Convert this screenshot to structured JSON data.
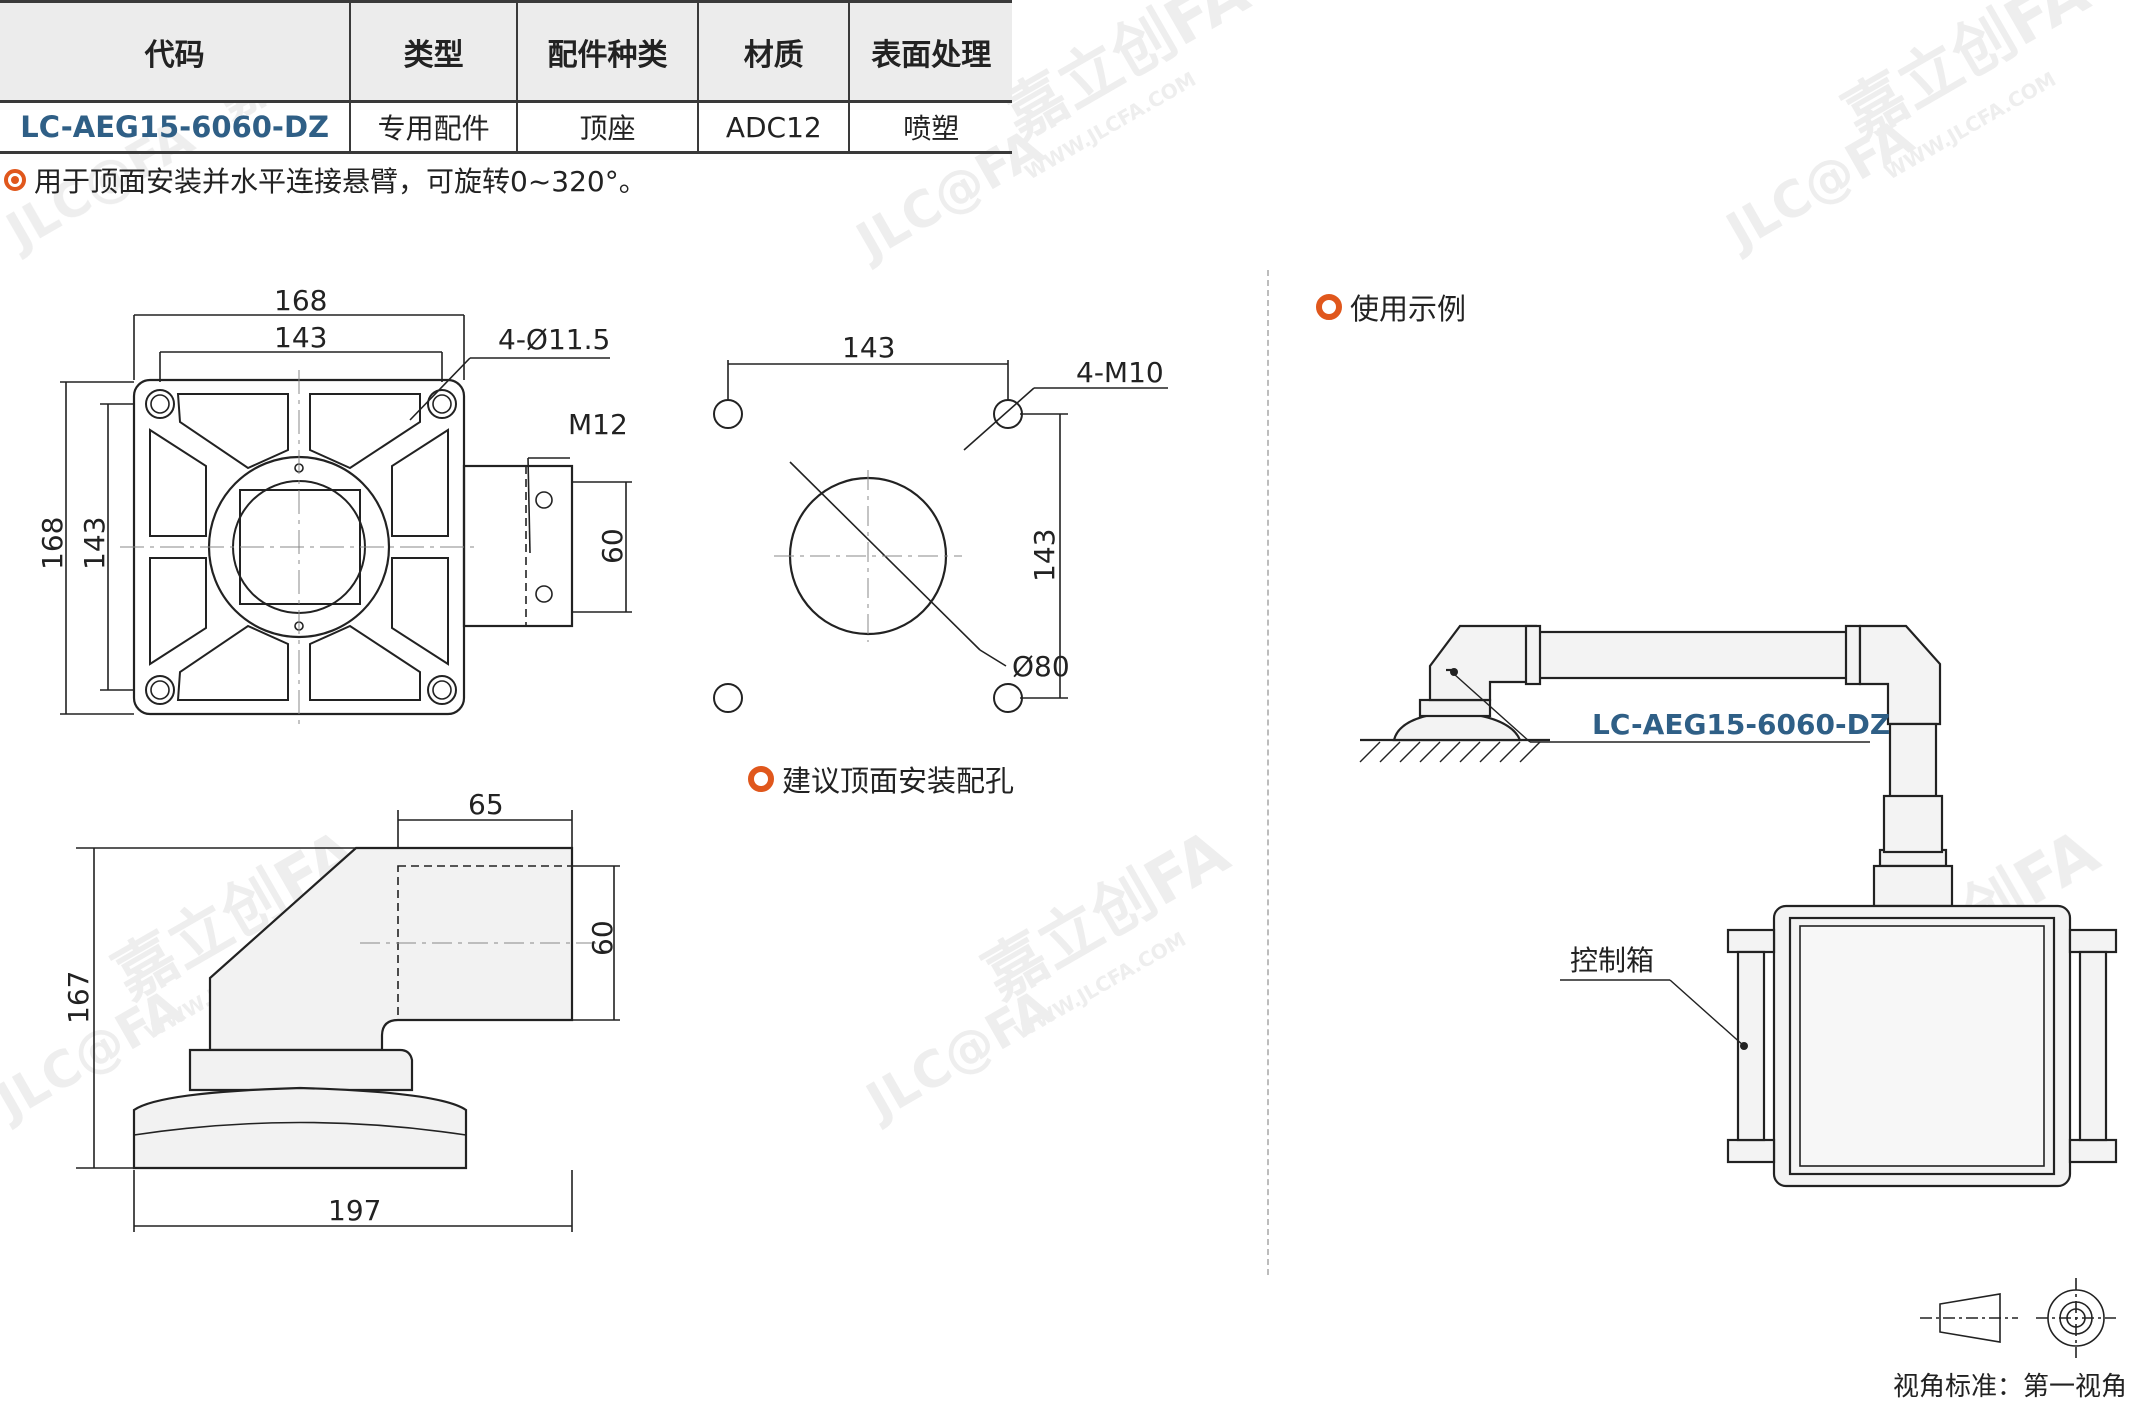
{
  "table": {
    "headers": [
      "代码",
      "类型",
      "配件种类",
      "材质",
      "表面处理"
    ],
    "row": [
      "LC-AEG15-6060-DZ",
      "专用配件",
      "顶座",
      "ADC12",
      "喷塑"
    ]
  },
  "description": "用于顶面安装并水平连接悬臂，可旋转0~320°。",
  "drawing_top": {
    "dim_outer_width": "168",
    "dim_inner_width": "143",
    "dim_outer_height": "168",
    "dim_inner_height": "143",
    "hole_label": "4-Ø11.5",
    "thread_label": "M12",
    "dim_side": "60"
  },
  "drawing_holes": {
    "dim_width": "143",
    "thread_label": "4-M10",
    "dim_height": "143",
    "dia_label": "Ø80",
    "caption": "建议顶面安装配孔"
  },
  "drawing_side": {
    "dim_top": "65",
    "dim_right": "60",
    "dim_height": "167",
    "dim_bottom": "197"
  },
  "usage": {
    "title": "使用示例",
    "part_label": "LC-AEG15-6060-DZ",
    "box_label": "控制箱"
  },
  "footer": "视角标准：第一视角",
  "watermark": [
    "嘉立创FA",
    "JLC@FA",
    "WWW.JLCFA.COM"
  ],
  "colors": {
    "accent": "#e0571c",
    "code_blue": "#2f5f86",
    "header_bg": "#ececec",
    "line": "#3a3a3a"
  }
}
